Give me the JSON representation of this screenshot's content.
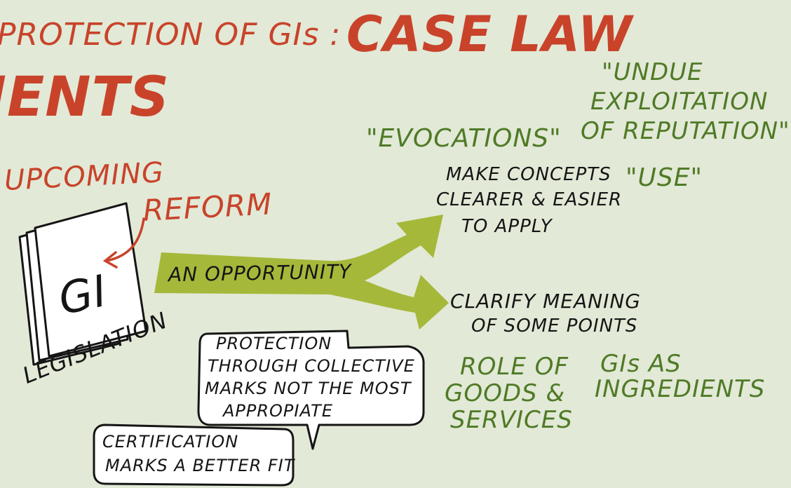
{
  "title": {
    "line1a": "PROTECTION OF GIs :",
    "line1b": "CASE LAW",
    "line2": "IENTS"
  },
  "upcoming": {
    "line1": "UPCOMING",
    "line2": "REFORM"
  },
  "document": {
    "label": "GI"
  },
  "legislation_label": "LEGISLATION",
  "arrow_label": "AN OPPORTUNITY",
  "branch_top": {
    "line1": "MAKE CONCEPTS",
    "line2": "CLEARER & EASIER",
    "line3": "TO APPLY"
  },
  "branch_bottom": {
    "line1": "CLARIFY MEANING",
    "line2": "OF SOME POINTS"
  },
  "concepts": {
    "evocations": "\"EVOCATIONS\"",
    "undue": {
      "line1": "\"UNDUE",
      "line2": "EXPLOITATION",
      "line3": "OF REPUTATION\""
    },
    "use": "\"USE\""
  },
  "points": {
    "role": {
      "line1": "ROLE OF",
      "line2": "GOODS &",
      "line3": "SERVICES"
    },
    "ingredients": {
      "line1": "GIs AS",
      "line2": "INGREDIENTS"
    }
  },
  "bubble_collective": {
    "line1": "PROTECTION",
    "line2": "THROUGH COLLECTIVE",
    "line3": "MARKS NOT THE MOST",
    "line4": "APPROPIATE"
  },
  "bubble_certification": {
    "line1": "CERTIFICATION",
    "line2": "MARKS A BETTER FIT"
  },
  "colors": {
    "background": "#e2e9d7",
    "red": "#c8432a",
    "green": "#4f7a26",
    "arrow": "#a6b83a",
    "ink": "#151515"
  }
}
